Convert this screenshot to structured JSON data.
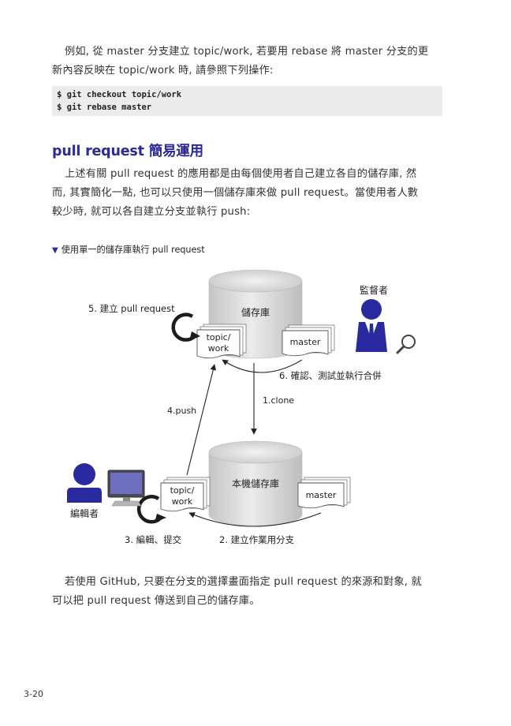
{
  "intro": {
    "line1": "例如, 從 master 分支建立 topic/work, 若要用 rebase 將 master 分支的更",
    "line2": "新內容反映在 topic/work 時, 請參照下列操作:"
  },
  "code": {
    "line1": "$ git checkout topic/work",
    "line2": "$ git rebase master"
  },
  "section_heading": "pull request 簡易運用",
  "body": {
    "line1": "上述有關 pull request 的應用都是由每個使用者自己建立各自的儲存庫, 然",
    "line2": "而, 其實簡化一點, 也可以只使用一個儲存庫來做 pull request。當使用者人數",
    "line3": "較少時, 就可以各自建立分支並執行 push:"
  },
  "figure": {
    "caption_marker": "▼",
    "caption": "使用單一的儲存庫執行 pull request",
    "repo_label": "儲存庫",
    "local_repo_label": "本機儲存庫",
    "topic_line1": "topic/",
    "topic_line2": "work",
    "master_label": "master",
    "supervisor_label": "監督者",
    "editor_label": "編輯者",
    "step1": "1.clone",
    "step2": "2. 建立作業用分支",
    "step3": "3. 編輯、提交",
    "step4": "4.push",
    "step5": "5. 建立 pull request",
    "step6": "6. 確認、測試並執行合併"
  },
  "outro": {
    "line1": "若使用 GitHub, 只要在分支的選擇畫面指定 pull request 的來源和對象, 就",
    "line2": "可以把 pull request 傳送到自己的儲存庫。"
  },
  "page_number": "3-20",
  "colors": {
    "heading": "#2a2aa0",
    "person": "#2a2aa0",
    "code_bg": "#ececec"
  }
}
